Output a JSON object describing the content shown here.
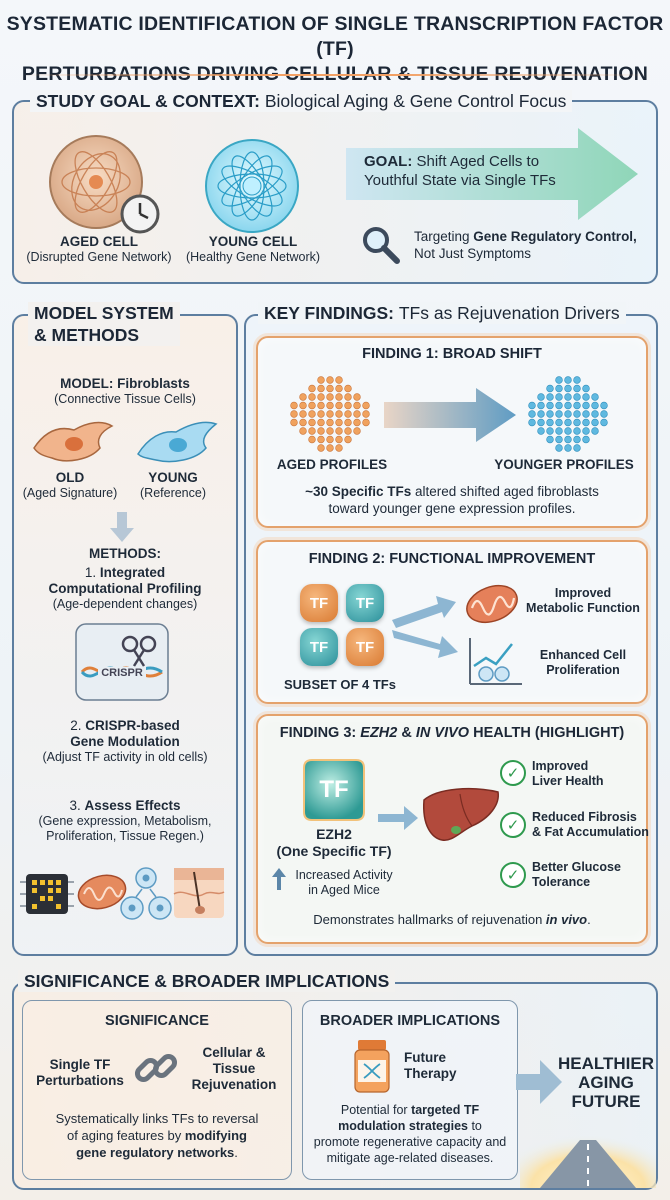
{
  "title": {
    "line1": "SYSTEMATIC IDENTIFICATION OF SINGLE TRANSCRIPTION FACTOR (TF)",
    "line2": "PERTURBATIONS DRIVING CELLULAR & TISSUE REJUVENATION"
  },
  "goal_section": {
    "heading_bold": "STUDY GOAL & CONTEXT:",
    "heading_light": "Biological Aging & Gene Control Focus",
    "aged_label": "AGED CELL",
    "aged_sub": "(Disrupted Gene Network)",
    "young_label": "YOUNG CELL",
    "young_sub": "(Healthy Gene Network)",
    "goal_bold": "GOAL:",
    "goal_text1": "Shift Aged Cells to",
    "goal_text2": "Youthful State via Single TFs",
    "target_pre": "Targeting ",
    "target_bold": "Gene Regulatory Control,",
    "target_line2": "Not Just Symptoms"
  },
  "methods_section": {
    "heading1": "MODEL SYSTEM",
    "heading2": "& METHODS",
    "model_label": "MODEL: Fibroblasts",
    "model_sub": "(Connective Tissue Cells)",
    "old_label": "OLD",
    "old_sub": "(Aged Signature)",
    "young_label": "YOUNG",
    "young_sub": "(Reference)",
    "methods_label": "METHODS:",
    "m1_num": "1. ",
    "m1_bold1": "Integrated",
    "m1_bold2": "Computational Profiling",
    "m1_sub": "(Age-dependent changes)",
    "crispr_tag": "CRISPR",
    "m2_num": "2. ",
    "m2_bold1": "CRISPR-based",
    "m2_bold2": "Gene Modulation",
    "m2_sub": "(Adjust TF activity in old cells)",
    "m3_num": "3. ",
    "m3_bold": "Assess Effects",
    "m3_sub1": "(Gene expression, Metabolism,",
    "m3_sub2": "Proliferation, Tissue Regen.)"
  },
  "findings_section": {
    "heading_bold": "KEY FINDINGS:",
    "heading_light": "TFs as Rejuvenation Drivers",
    "f1_title": "FINDING 1: BROAD SHIFT",
    "f1_aged": "AGED PROFILES",
    "f1_young": "YOUNGER PROFILES",
    "f1_text_bold": "~30 Specific TFs",
    "f1_text1": " altered shifted aged fibroblasts",
    "f1_text2": "toward younger gene expression profiles.",
    "f2_title": "FINDING 2: FUNCTIONAL IMPROVEMENT",
    "tf_label": "TF",
    "f2_subset": "SUBSET OF 4 TFs",
    "f2_out1a": "Improved",
    "f2_out1b": "Metabolic Function",
    "f2_out2a": "Enhanced Cell",
    "f2_out2b": "Proliferation",
    "f3_title_a": "FINDING 3: ",
    "f3_title_b": "EZH2",
    "f3_title_c": " & ",
    "f3_title_d": "IN VIVO",
    "f3_title_e": " HEALTH (HIGHLIGHT)",
    "f3_tf_name": "EZH2",
    "f3_tf_sub": "(One Specific TF)",
    "f3_activity1": "Increased Activity",
    "f3_activity2": "in Aged Mice",
    "f3_o1a": "Improved",
    "f3_o1b": "Liver Health",
    "f3_o2a": "Reduced Fibrosis",
    "f3_o2b": "& Fat Accumulation",
    "f3_o3a": "Better Glucose",
    "f3_o3b": "Tolerance",
    "f3_demo_pre": "Demonstrates hallmarks of rejuvenation ",
    "f3_demo_em": "in vivo",
    "f3_demo_post": "."
  },
  "significance_section": {
    "heading": "SIGNIFICANCE & BROADER IMPLICATIONS",
    "sig_title": "SIGNIFICANCE",
    "sig_left1": "Single TF",
    "sig_left2": "Perturbations",
    "sig_right1": "Cellular &",
    "sig_right2": "Tissue",
    "sig_right3": "Rejuvenation",
    "sig_text1": "Systematically links TFs to reversal",
    "sig_text2_pre": "of aging features by ",
    "sig_text2_bold": "modifying",
    "sig_text3_bold": "gene regulatory networks",
    "sig_text3_post": ".",
    "impl_title": "BROADER IMPLICATIONS",
    "impl_future1": "Future",
    "impl_future2": "Therapy",
    "impl_text1_pre": "Potential for ",
    "impl_text1_bold": "targeted TF",
    "impl_text2_bold": "modulation strategies",
    "impl_text2_post": " to",
    "impl_text3": "promote regenerative capacity and",
    "impl_text4": "mitigate age-related diseases.",
    "future1": "HEALTHIER",
    "future2": "AGING",
    "future3": "FUTURE"
  },
  "colors": {
    "accent_orange": "#e4a26c",
    "accent_teal": "#3aa7c4",
    "border_blue": "#5d7ea0",
    "check_green": "#2f9a4e"
  }
}
